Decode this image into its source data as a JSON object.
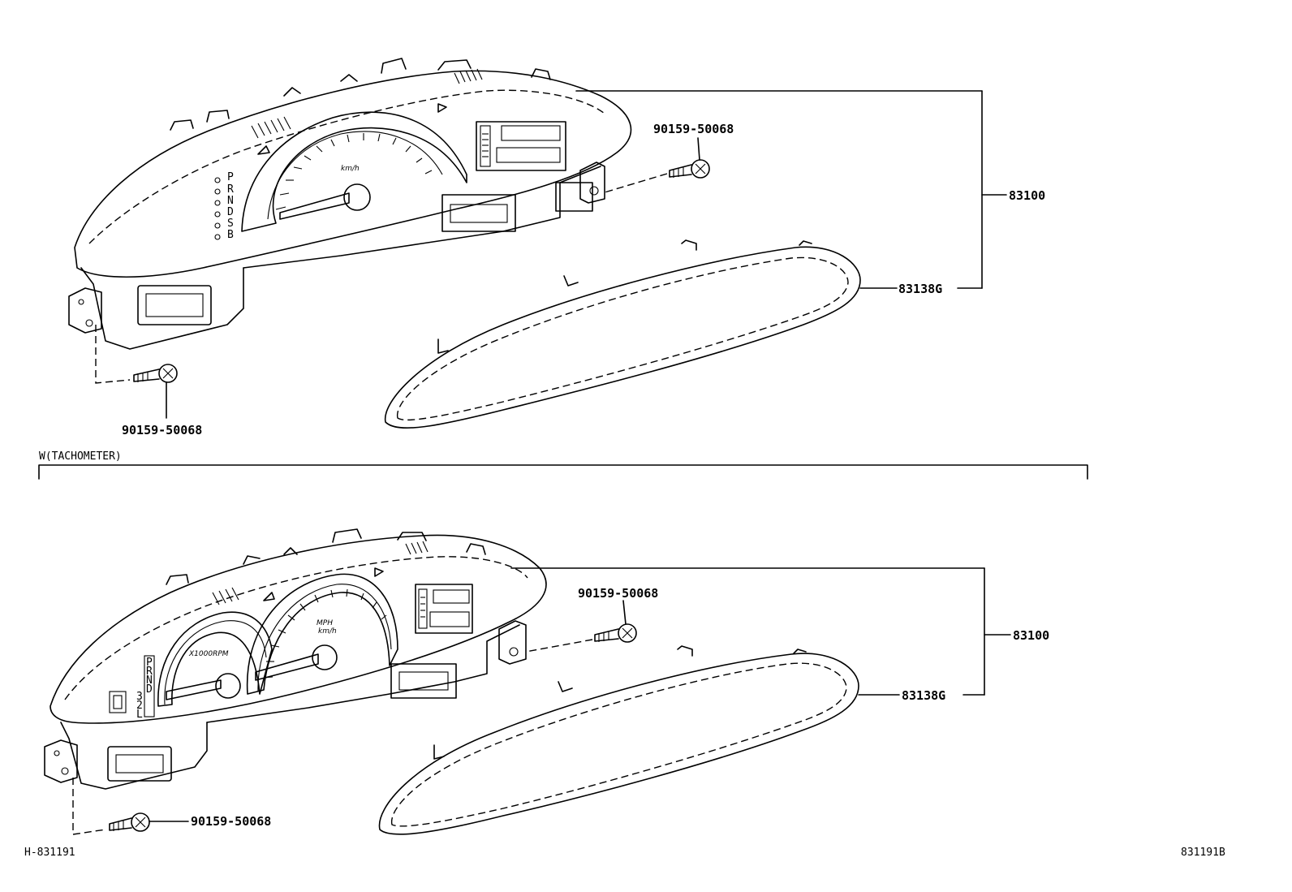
{
  "upper": {
    "cluster_part": "83100",
    "lens_part": "83138G",
    "screw_right": "90159-50068",
    "screw_left": "90159-50068",
    "speed_unit": "km/h",
    "gear_letters": [
      "P",
      "R",
      "N",
      "D",
      "S",
      "B"
    ]
  },
  "section_label": "W(TACHOMETER)",
  "lower": {
    "cluster_part": "83100",
    "lens_part": "83138G",
    "screw_right": "90159-50068",
    "screw_left": "90159-50068",
    "tach_unit": "X1000RPM",
    "speed_unit_top": "MPH",
    "speed_unit_bottom": "km/h",
    "gear_letters": [
      "P",
      "R",
      "N",
      "D",
      "3",
      "2",
      "L"
    ]
  },
  "footer": {
    "left_code": "H-831191",
    "right_code": "831191B"
  }
}
